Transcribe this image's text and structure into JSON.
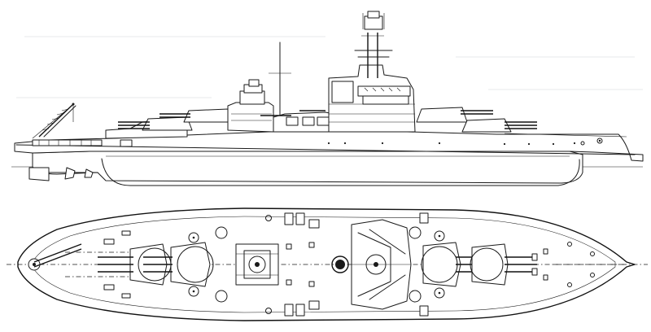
{
  "drawing": {
    "kind": "battleship line drawing",
    "views": [
      {
        "name": "profile",
        "description_visible": false
      },
      {
        "name": "plan",
        "description_visible": false
      }
    ],
    "ink_color": "#1a1a1a",
    "background_color": "#ffffff",
    "hull_plate_label": "",
    "deck_marking": ""
  }
}
